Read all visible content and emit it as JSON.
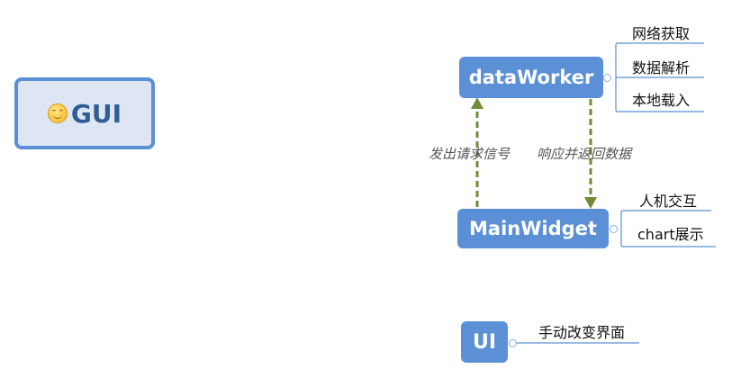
{
  "root": {
    "label": "GUI",
    "icon": "smiley-icon"
  },
  "nodes": {
    "dataWorker": {
      "label": "dataWorker",
      "children": [
        "网络获取",
        "数据解析",
        "本地载入"
      ]
    },
    "mainWidget": {
      "label": "MainWidget",
      "children": [
        "人机交互",
        "chart展示"
      ]
    },
    "ui": {
      "label": "UI",
      "children": [
        "手动改变界面"
      ]
    }
  },
  "relations": {
    "request": "发出请求信号",
    "response": "响应并返回数据"
  },
  "colors": {
    "node_fill": "#5b8fd6",
    "root_fill": "#dde6f2",
    "root_border": "#5b8fd6",
    "arrow": "#6e8c3a",
    "line": "#5b8fd6"
  }
}
